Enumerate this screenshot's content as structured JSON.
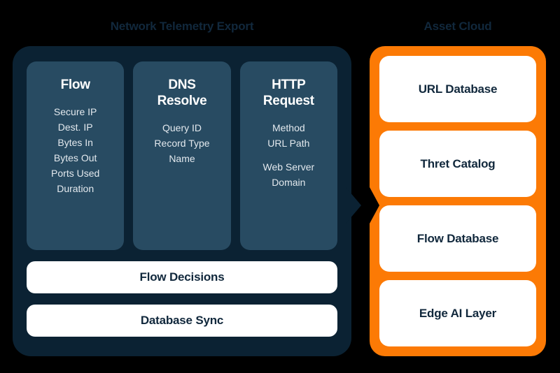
{
  "diagram": {
    "background_color": "#000000",
    "left_section": {
      "title": "Network Telemetry Export",
      "panel_color": "#0b2233",
      "card_color": "#284b62",
      "columns": [
        {
          "title": "Flow",
          "items": [
            "Secure IP",
            "Dest. IP",
            "Bytes In",
            "Bytes Out",
            "Ports Used",
            "Duration"
          ]
        },
        {
          "title": "DNS\nResolve",
          "items": [
            "Query ID",
            "Record Type",
            "Name"
          ]
        },
        {
          "title": "HTTP\nRequest",
          "items": [
            "Method",
            "URL Path",
            "Web Server\nDomain"
          ]
        }
      ],
      "bars": [
        {
          "label": "Flow Decisions"
        },
        {
          "label": "Database Sync"
        }
      ]
    },
    "right_section": {
      "title": "Asset Cloud",
      "panel_color": "#fc7a05",
      "cards": [
        {
          "label": "URL Database"
        },
        {
          "label": "Thret Catalog"
        },
        {
          "label": "Flow Database"
        },
        {
          "label": "Edge AI Layer"
        }
      ]
    },
    "connector": {
      "name": "arrow-right-icon",
      "color": "#0b2233"
    }
  }
}
